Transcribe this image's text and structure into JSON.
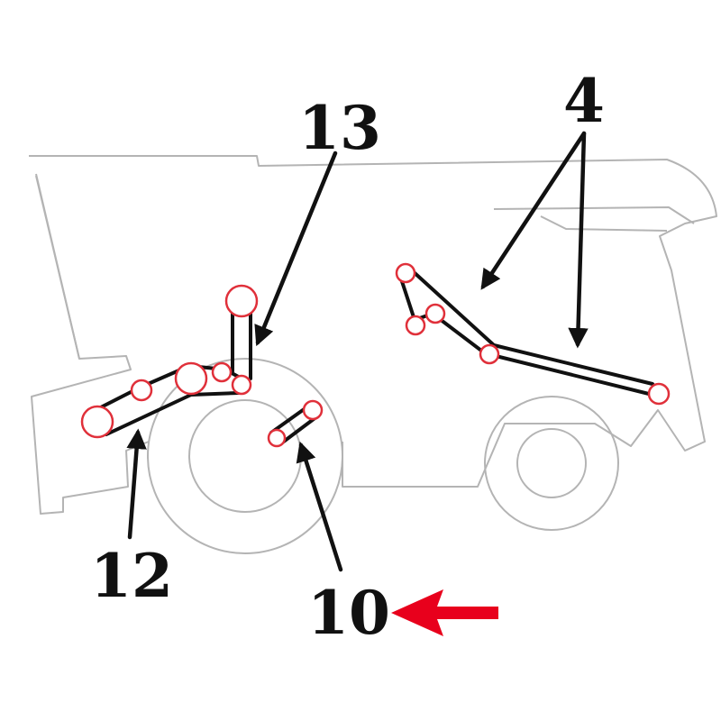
{
  "callouts": {
    "c4": "4",
    "c10": "10",
    "c12": "12",
    "c13": "13"
  },
  "highlight_color": "#e8001c"
}
